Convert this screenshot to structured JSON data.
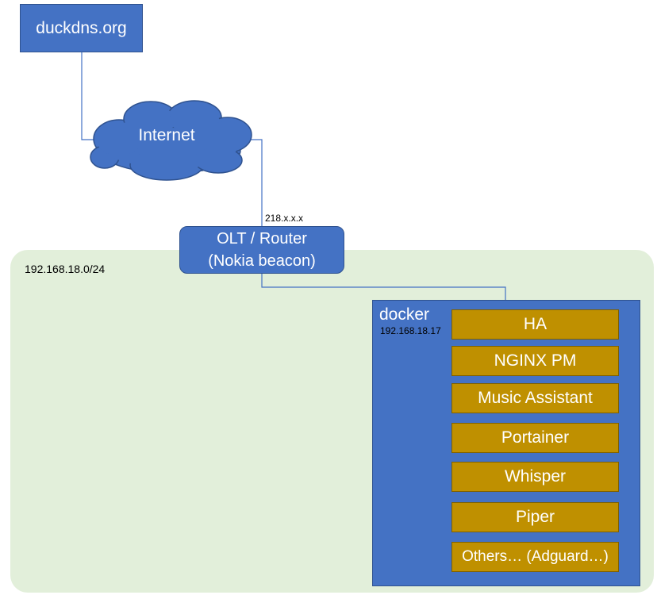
{
  "dns_service": {
    "label": "duckdns.org"
  },
  "internet": {
    "label": "Internet"
  },
  "wan": {
    "ip": "218.x.x.x"
  },
  "router": {
    "line1": "OLT / Router",
    "line2": "(Nokia beacon)"
  },
  "lan": {
    "subnet": "192.168.18.0/24"
  },
  "docker": {
    "title": "docker",
    "ip": "192.168.18.17",
    "services": [
      "HA",
      "NGINX PM",
      "Music Assistant",
      "Portainer",
      "Whisper",
      "Piper",
      "Others… (Adguard…)"
    ]
  },
  "colors": {
    "node_blue": "#4472c4",
    "node_border": "#2f528f",
    "service_gold": "#bf9000",
    "lan_green": "#e2efda"
  }
}
